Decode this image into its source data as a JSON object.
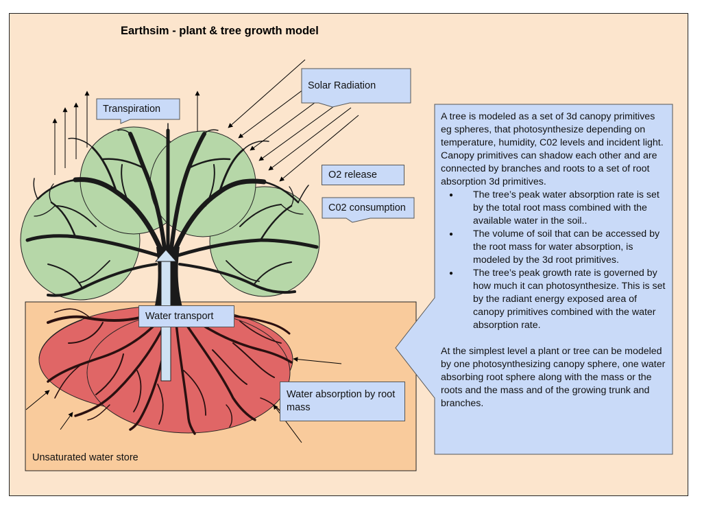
{
  "title": "Earthsim - plant & tree growth model",
  "labels": {
    "transpiration": "Transpiration",
    "solar_radiation": "Solar Radiation",
    "o2_release": "O2 release",
    "c02_consumption": "C02 consumption",
    "water_transport": "Water transport",
    "water_absorption": "Water absorption by root mass",
    "unsaturated_store": "Unsaturated water store"
  },
  "info": {
    "intro": "A tree is modeled as a set of 3d canopy primitives eg spheres, that photosynthesize depending on temperature, humidity, C02 levels and incident light. Canopy primitives can shadow each other and are connected by branches and roots to a set of root absorption 3d primitives.",
    "bullets": [
      "The tree’s peak water absorption rate is set by the total root mass combined with the available water in the soil..",
      "The volume of soil that can be accessed by the root mass for water absorption, is modeled by the 3d root primitives.",
      "The tree’s peak growth rate is governed by how much it can photosynthesize. This is set by the radiant energy exposed area of canopy primitives combined with the water absorption rate."
    ],
    "closing": "At the simplest level a plant or tree can be modeled by one photosynthesizing canopy sphere, one water absorbing root sphere along with the mass or the roots and the mass and of the growing trunk and branches."
  },
  "colors": {
    "panel_background": "#fce5cd",
    "label_fill": "#c9daf8",
    "canopy_fill": "#b6d7a8",
    "root_fill": "#e06666",
    "soil_fill": "#f9cb9c",
    "tree": "#1a1a1a",
    "roots": "#2a1010"
  },
  "icons": {
    "tree": "tree-illustration",
    "arrows": "thin-line-arrows",
    "water_transport": "up-arrow"
  }
}
